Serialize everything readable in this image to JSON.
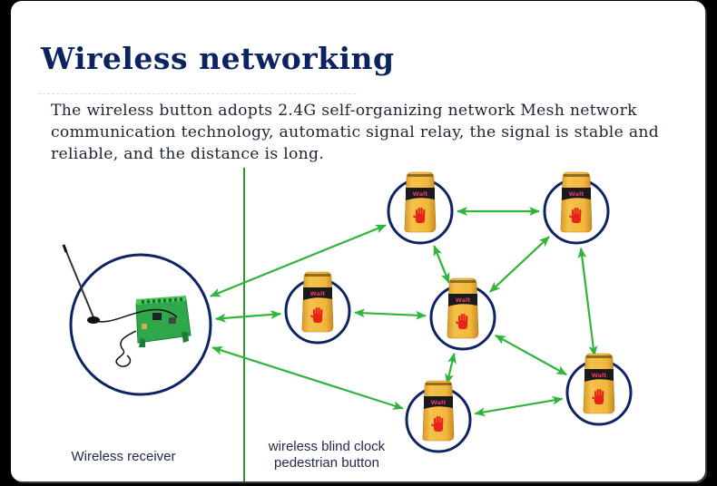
{
  "title": "Wireless networking",
  "description": "The wireless button adopts 2.4G self-organizing network Mesh network communication technology, automatic signal relay, the signal is stable and reliable, and the distance is long.",
  "labels": {
    "receiver": "Wireless receiver",
    "button_line1": "wireless blind clock",
    "button_line2": "pedestrian button"
  },
  "button_display_text": "Walt",
  "nodes": [
    {
      "id": "receiver",
      "type": "receiver",
      "icon": "receiver-board-with-antenna"
    },
    {
      "id": "n1",
      "type": "pedestrian-button",
      "icon": "hand-stop-icon"
    },
    {
      "id": "n2",
      "type": "pedestrian-button",
      "icon": "hand-stop-icon"
    },
    {
      "id": "n3",
      "type": "pedestrian-button",
      "icon": "hand-stop-icon"
    },
    {
      "id": "n4",
      "type": "pedestrian-button",
      "icon": "hand-stop-icon"
    },
    {
      "id": "n5",
      "type": "pedestrian-button",
      "icon": "hand-stop-icon"
    },
    {
      "id": "n6",
      "type": "pedestrian-button",
      "icon": "hand-stop-icon"
    }
  ],
  "links": [
    {
      "from": "receiver",
      "to": "n1",
      "bidirectional": true
    },
    {
      "from": "receiver",
      "to": "n3",
      "bidirectional": true
    },
    {
      "from": "receiver",
      "to": "n6",
      "bidirectional": true
    },
    {
      "from": "n1",
      "to": "n2",
      "bidirectional": true
    },
    {
      "from": "n1",
      "to": "n4",
      "bidirectional": true
    },
    {
      "from": "n3",
      "to": "n4",
      "bidirectional": true
    },
    {
      "from": "n2",
      "to": "n4",
      "bidirectional": true
    },
    {
      "from": "n2",
      "to": "n5",
      "bidirectional": true
    },
    {
      "from": "n4",
      "to": "n5",
      "bidirectional": true
    },
    {
      "from": "n4",
      "to": "n6",
      "bidirectional": true
    },
    {
      "from": "n6",
      "to": "n5",
      "bidirectional": true
    }
  ],
  "colors": {
    "title": "#0b2360",
    "circle": "#0c2463",
    "arrow": "#2fb63a",
    "divider": "#2a9a35",
    "button_body": "#f0b53a",
    "button_display": "#1a1a1a",
    "button_text": "#e8386a",
    "hand": "#e8231a"
  }
}
